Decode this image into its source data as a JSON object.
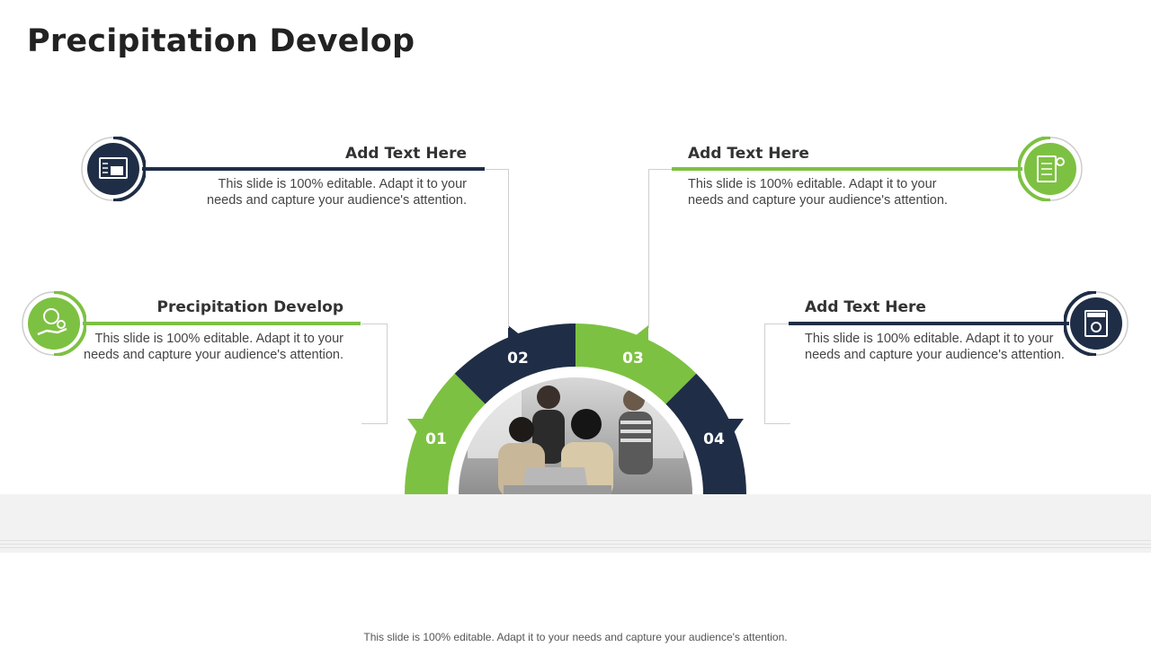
{
  "slide": {
    "title": "Precipitation Develop",
    "footer": "This slide is 100% editable. Adapt it to your needs and capture your audience's attention."
  },
  "items": [
    {
      "number": "01",
      "heading": "Precipitation Develop",
      "text": "This slide is 100% editable. Adapt it to your needs and capture your audience's attention.",
      "icon": "hand-chart-gear-icon",
      "color": "#7dc142"
    },
    {
      "number": "02",
      "heading": "Add Text Here",
      "text": "This slide is 100% editable. Adapt it to your needs and capture your audience's attention.",
      "icon": "dashboard-screen-icon",
      "color": "#1f2e46"
    },
    {
      "number": "03",
      "heading": "Add Text Here",
      "text": "This slide is 100% editable. Adapt it to your needs and capture your audience's attention.",
      "icon": "checklist-gear-icon",
      "color": "#7dc142"
    },
    {
      "number": "04",
      "heading": "Add Text Here",
      "text": "This slide is 100% editable. Adapt it to your needs and capture your audience's attention.",
      "icon": "audit-document-icon",
      "color": "#1f2e46"
    }
  ],
  "photo": {
    "subject": "team-working-at-laptop"
  },
  "colors": {
    "green": "#7dc142",
    "navy": "#1f2e46",
    "connector": "#cfcfcf"
  }
}
